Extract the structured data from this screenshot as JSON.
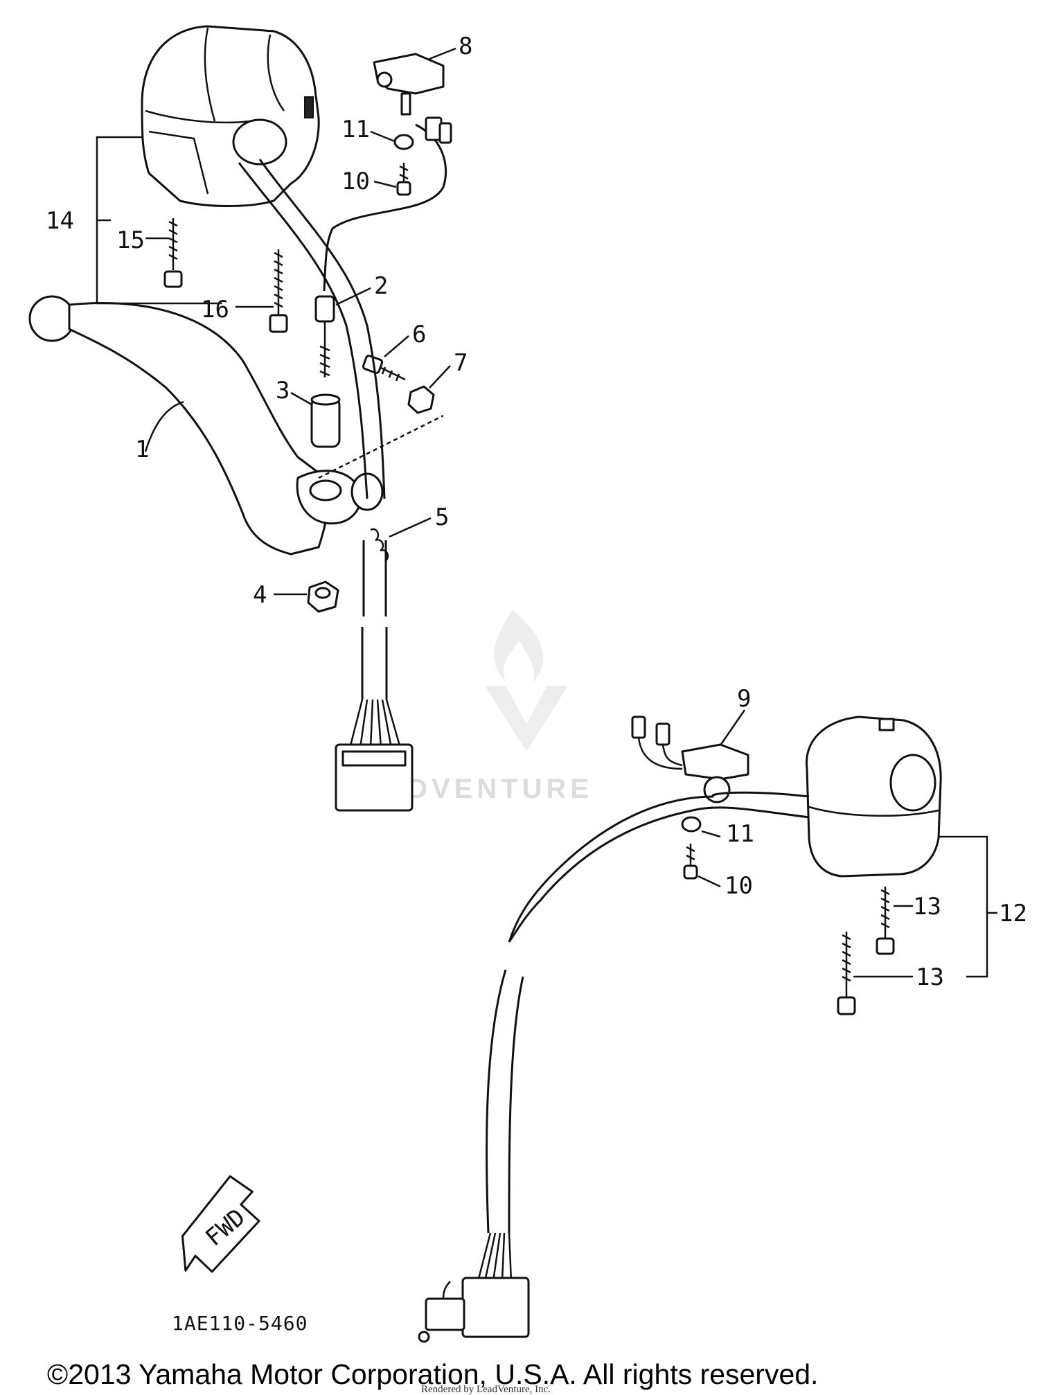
{
  "diagram": {
    "part_labels": {
      "p1": "1",
      "p2": "2",
      "p3": "3",
      "p4": "4",
      "p5": "5",
      "p6": "6",
      "p7": "7",
      "p8": "8",
      "p9": "9",
      "p10a": "10",
      "p10b": "10",
      "p11a": "11",
      "p11b": "11",
      "p12": "12",
      "p13a": "13",
      "p13b": "13",
      "p14": "14",
      "p15": "15",
      "p16": "16"
    },
    "fwd_arrow_label": "FWD",
    "reference_code": "1AE110-5460",
    "watermark": "LEADVENTURE",
    "rendered_by": "Rendered by LeadVenture, Inc.",
    "copyright": "©2013 Yamaha Motor Corporation, U.S.A. All rights reserved."
  }
}
